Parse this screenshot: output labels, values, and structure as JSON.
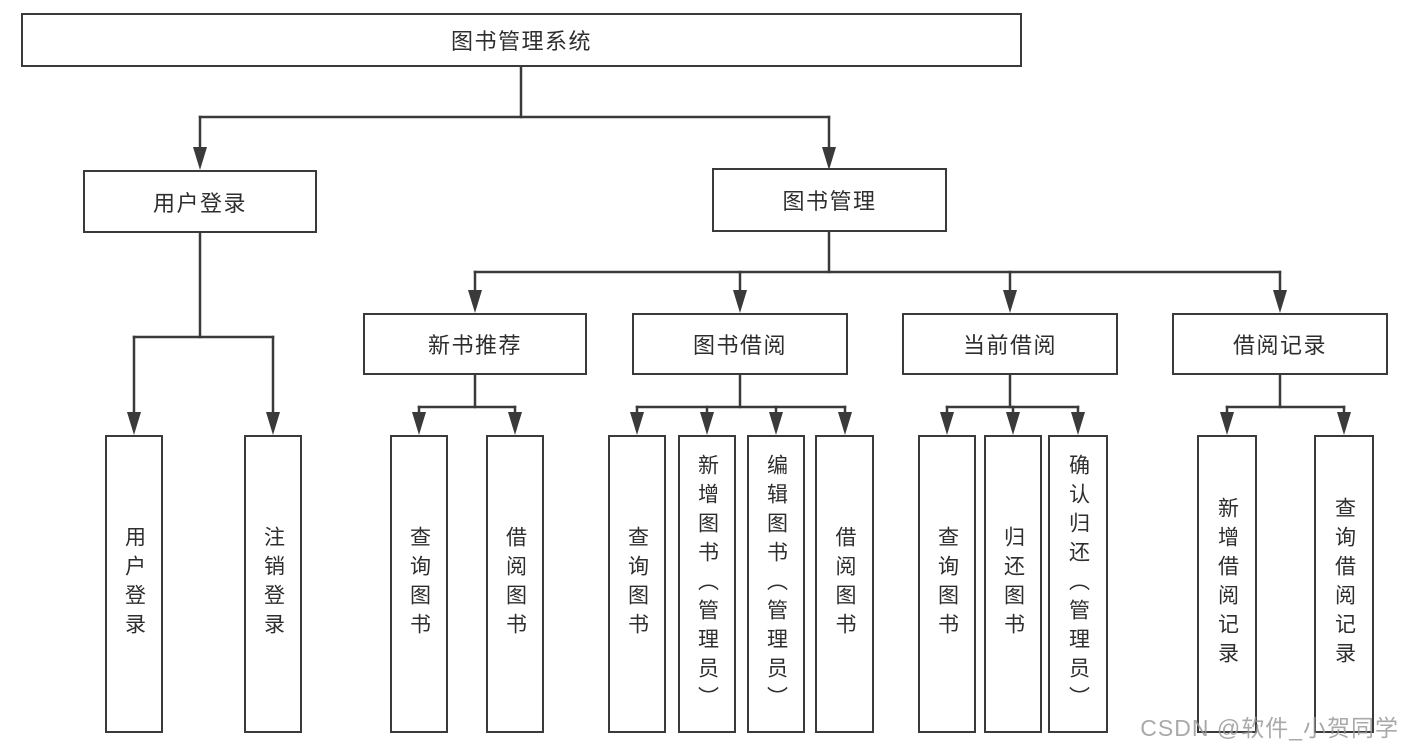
{
  "diagram": {
    "root": {
      "label": "图书管理系统"
    },
    "branches": [
      {
        "label": "用户登录",
        "children": [
          {
            "label": "用户登录"
          },
          {
            "label": "注销登录"
          }
        ]
      },
      {
        "label": "图书管理",
        "children": [
          {
            "label": "新书推荐",
            "children": [
              {
                "label": "查询图书"
              },
              {
                "label": "借阅图书"
              }
            ]
          },
          {
            "label": "图书借阅",
            "children": [
              {
                "label": "查询图书"
              },
              {
                "label": "新增图书（管理员）"
              },
              {
                "label": "编辑图书（管理员）"
              },
              {
                "label": "借阅图书"
              }
            ]
          },
          {
            "label": "当前借阅",
            "children": [
              {
                "label": "查询图书"
              },
              {
                "label": "归还图书"
              },
              {
                "label": "确认归还（管理员）"
              }
            ]
          },
          {
            "label": "借阅记录",
            "children": [
              {
                "label": "新增借阅记录"
              },
              {
                "label": "查询借阅记录"
              }
            ]
          }
        ]
      }
    ]
  },
  "watermark": {
    "text": "CSDN @软件_小贺同学"
  },
  "colors": {
    "line": "#3a3a3a",
    "box_border": "#3a3a3a",
    "text": "#2e2e2e",
    "watermark": "#969696",
    "background": "#ffffff"
  }
}
